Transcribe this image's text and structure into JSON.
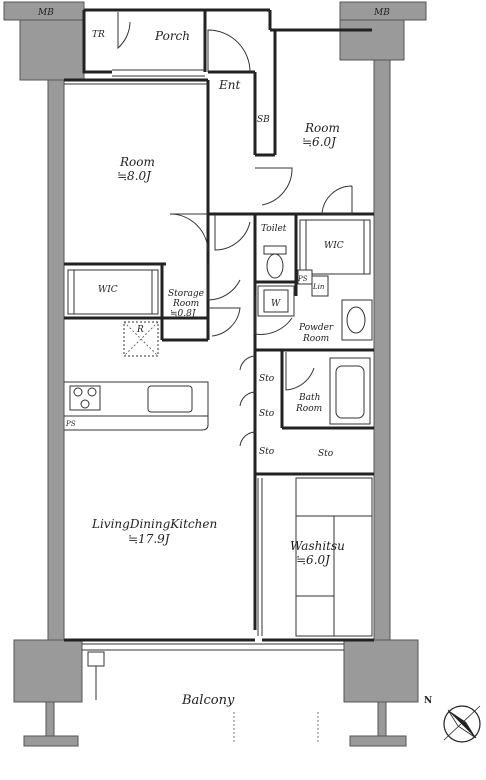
{
  "labels": {
    "mb_left": "MB",
    "mb_right": "MB",
    "tr": "TR",
    "porch": "Porch",
    "ent": "Ent",
    "sb": "SB",
    "room_right": "Room",
    "room_right_size": "≒6.0J",
    "room_left": "Room",
    "room_left_size": "≒8.0J",
    "toilet": "Toilet",
    "wic_right": "WIC",
    "wic_left": "WIC",
    "storage": "Storage",
    "storage_room": "Room",
    "storage_size": "≒0.8J",
    "r": "R",
    "ps_top": "PS",
    "lin": "Lin",
    "w": "W",
    "powder": "Powder",
    "powder_room": "Room",
    "ps_left": "PS",
    "sto1": "Sto",
    "sto2": "Sto",
    "sto3": "Sto",
    "sto4": "Sto",
    "bath": "Bath",
    "bath_room": "Room",
    "ldk": "LivingDiningKitchen",
    "ldk_size": "≒17.9J",
    "washitsu": "Washitsu",
    "washitsu_size": "≒6.0J",
    "balcony": "Balcony",
    "compass": "N"
  }
}
